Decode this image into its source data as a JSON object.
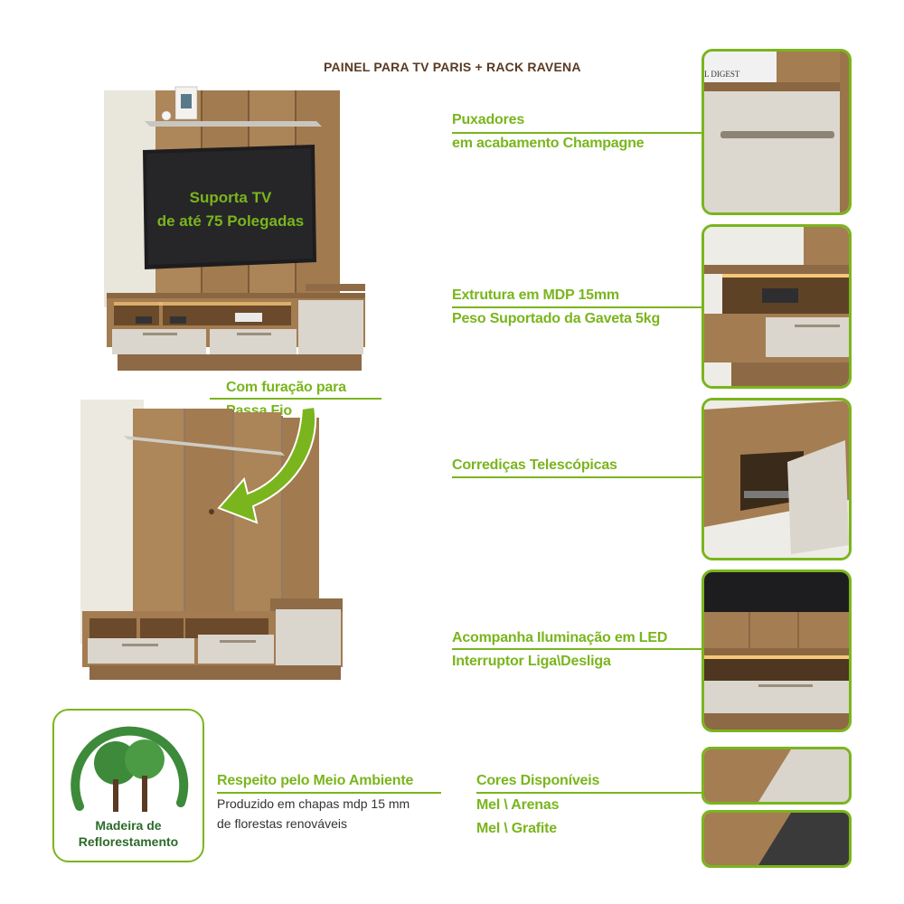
{
  "title": "PAINEL PARA TV PARIS + RACK RAVENA",
  "tv_label": [
    "Suporta TV",
    "de até 75 Polegadas"
  ],
  "wire_label": [
    "Com furação para",
    "Passa Fio"
  ],
  "features": [
    {
      "lines": [
        "Puxadores",
        "em acabamento Champagne"
      ]
    },
    {
      "lines": [
        "Extrutura em MDP 15mm",
        "Peso Suportado da Gaveta 5kg"
      ]
    },
    {
      "lines": [
        "Corrediças Telescópicas"
      ]
    },
    {
      "lines": [
        "Acompanha Iluminação em LED",
        "Interruptor Liga\\Desliga"
      ]
    }
  ],
  "eco": {
    "badge_lines": [
      "Madeira de",
      "Reflorestamento"
    ],
    "heading": "Respeito pelo Meio Ambiente",
    "text_lines": [
      "Produzido em chapas mdp 15 mm",
      "de florestas renováveis"
    ]
  },
  "colors_section": {
    "heading": "Cores Disponíveis",
    "options": [
      "Mel \\ Arenas",
      "Mel \\ Grafite"
    ]
  },
  "thumb_text": "L DIGEST",
  "palette": {
    "accent": "#7ab51d",
    "wood": "#a57d52",
    "arena": "#d9d5cc",
    "grafite": "#3a3a3a",
    "title": "#5a3a22"
  }
}
